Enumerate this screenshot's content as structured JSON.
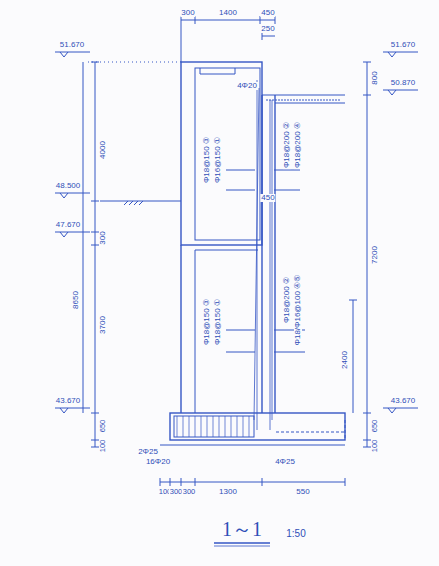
{
  "diagram": {
    "title": "1～1",
    "labels": [
      "300",
      "1400",
      "450",
      "250",
      "51.670",
      "48.500",
      "47.670",
      "43.670",
      "4000",
      "8650",
      "300",
      "3700",
      "650",
      "100",
      "51.670",
      "800",
      "50.870",
      "7200",
      "2400",
      "43.670",
      "650",
      "100",
      "4Φ20",
      "450",
      "Φ18@150 ③",
      "Φ16@150 ①",
      "Φ18@200 ②",
      "Φ18@200 ④",
      "Φ18@150 ③",
      "Φ18@150 ①",
      "Φ18@200 ②",
      "Φ18/Φ16@100 ④⑤",
      "2Φ25",
      "16Φ20",
      "4Φ25",
      "100",
      "300",
      "300",
      "1300",
      "550",
      "1:50"
    ]
  }
}
